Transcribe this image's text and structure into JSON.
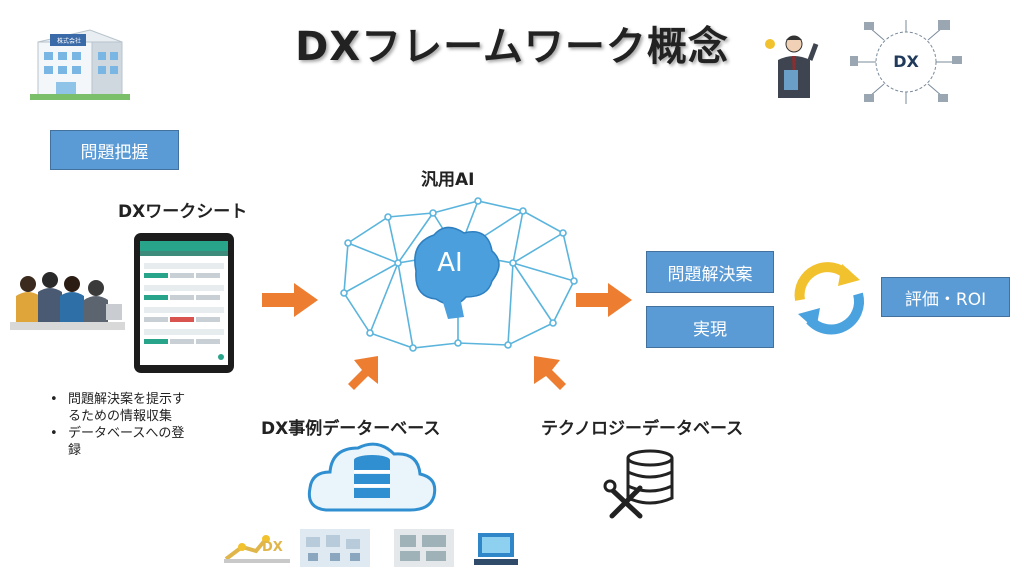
{
  "title": "DXフレームワーク概念",
  "building_sign": "株式会社",
  "problem_box": "問題把握",
  "worksheet_label": "DXワークシート",
  "general_ai_label": "汎用AI",
  "ai_brain_text": "AI",
  "bullets": [
    "問題解決案を提示するための情報収集",
    "データベースへの登録"
  ],
  "case_db_label": "DX事例データーベース",
  "tech_db_label": "テクノロジーデータベース",
  "solution_box": "問題解決案",
  "implement_box": "実現",
  "roi_box": "評価・ROI",
  "dx_badge": "DX",
  "thumb_dx_text": "DX",
  "colors": {
    "box_fill": "#5b9bd5",
    "arrow": "#ed7d31",
    "network": "#5ab4dc",
    "brain": "#4a9fdc",
    "cycle_yellow": "#f2c12e",
    "cycle_blue": "#4aa3df"
  },
  "icons": [
    "building-icon",
    "people-meeting-icon",
    "tablet-icon",
    "ai-network-icon",
    "cloud-database-icon",
    "database-tools-icon",
    "cycle-icon",
    "businessman-icon",
    "dx-circuit-icon"
  ]
}
